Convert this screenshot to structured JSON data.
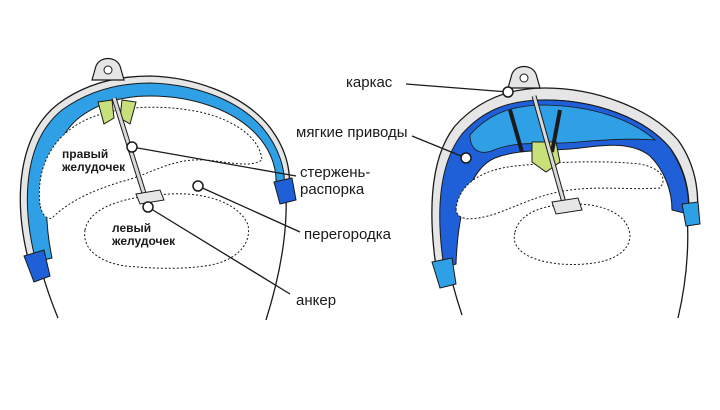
{
  "labels": {
    "right_ventricle_line1": "правый",
    "right_ventricle_line2": "желудочек",
    "left_ventricle_line1": "левый",
    "left_ventricle_line2": "желудочек",
    "rod_line1": "стержень-",
    "rod_line2": "распорка",
    "septum": "перегородка",
    "anchor": "анкер",
    "frame": "каркас",
    "soft_actuators": "мягкие приводы"
  },
  "colors": {
    "actuator_light": "#2f9fe6",
    "actuator_dark": "#1f5fd8",
    "frame_gray": "#e6e6e6",
    "anchor_green": "#c8e07a",
    "outline": "#1a1a1a"
  }
}
